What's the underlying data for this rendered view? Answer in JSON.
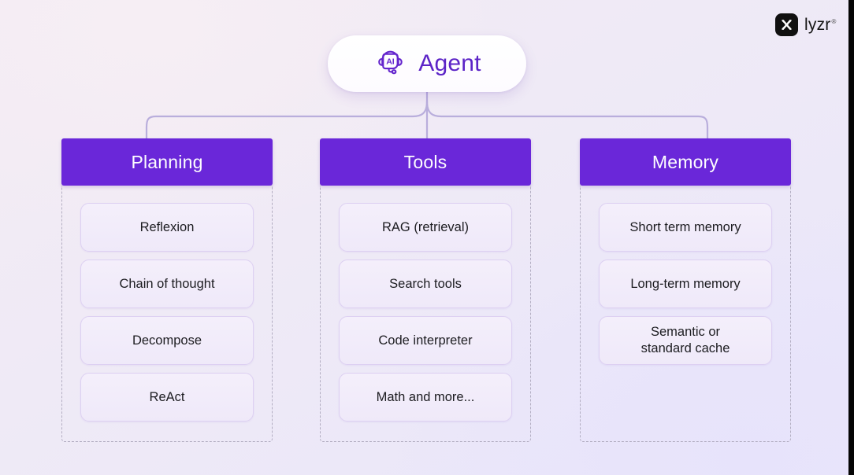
{
  "brand": {
    "logo_mark_icon": "lyzr-x-mark-icon",
    "logo_word": "lyzr",
    "logo_trademark": "®",
    "mark_bg_color": "#101010"
  },
  "theme": {
    "header_purple": "#6A27D9",
    "agent_text_purple": "#5C24C7",
    "card_bg": "#F2ECFA",
    "card_border": "#DDD0F2",
    "dashed_border": "#B3AEC2",
    "connector_color": "#B9AEDC",
    "background_start": "#F4ECF3",
    "background_end": "#E9E6FA"
  },
  "agent": {
    "icon": "ai-headset-icon",
    "label": "Agent"
  },
  "columns": [
    {
      "id": "planning",
      "header": "Planning",
      "items": [
        {
          "label": "Reflexion"
        },
        {
          "label": "Chain of thought"
        },
        {
          "label": "Decompose"
        },
        {
          "label": "ReAct"
        }
      ]
    },
    {
      "id": "tools",
      "header": "Tools",
      "items": [
        {
          "label": "RAG (retrieval)"
        },
        {
          "label": "Search tools"
        },
        {
          "label": "Code interpreter"
        },
        {
          "label": "Math and more..."
        }
      ]
    },
    {
      "id": "memory",
      "header": "Memory",
      "items": [
        {
          "label": "Short term memory"
        },
        {
          "label": "Long-term memory"
        },
        {
          "label": "Semantic or\nstandard cache"
        }
      ]
    }
  ]
}
